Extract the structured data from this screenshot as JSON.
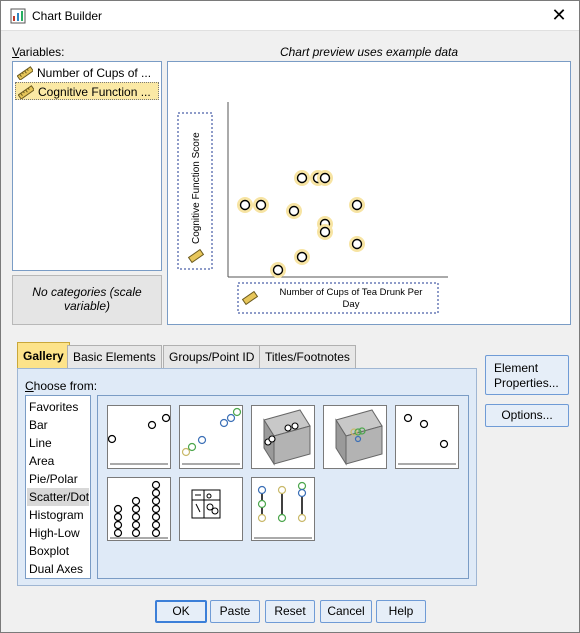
{
  "window": {
    "title": "Chart Builder",
    "close_glyph": "✕"
  },
  "variables": {
    "label": "Variables:",
    "items": [
      {
        "label": "Number of Cups of ..."
      },
      {
        "label": "Cognitive Function ..."
      }
    ],
    "no_categories": "No categories (scale variable)"
  },
  "preview": {
    "caption": "Chart preview uses example data",
    "y_axis_label": "Cognitive Function Score",
    "x_axis_label": "Number of Cups of Tea Drunk Per Day"
  },
  "tabs": [
    {
      "label": "Gallery"
    },
    {
      "label": "Basic Elements"
    },
    {
      "label": "Groups/Point ID"
    },
    {
      "label": "Titles/Footnotes"
    }
  ],
  "gallery": {
    "choose_label": "Choose from:",
    "chart_types": [
      {
        "label": "Favorites"
      },
      {
        "label": "Bar"
      },
      {
        "label": "Line"
      },
      {
        "label": "Area"
      },
      {
        "label": "Pie/Polar"
      },
      {
        "label": "Scatter/Dot"
      },
      {
        "label": "Histogram"
      },
      {
        "label": "High-Low"
      },
      {
        "label": "Boxplot"
      },
      {
        "label": "Dual Axes"
      }
    ],
    "selected_type": "Scatter/Dot",
    "thumbnails": [
      {
        "icon": "simple-scatter-icon"
      },
      {
        "icon": "grouped-scatter-icon"
      },
      {
        "icon": "simple-3d-scatter-icon"
      },
      {
        "icon": "grouped-3d-scatter-icon"
      },
      {
        "icon": "summary-point-plot-icon"
      },
      {
        "icon": "simple-dot-plot-icon"
      },
      {
        "icon": "scatterplot-matrix-icon"
      },
      {
        "icon": "drop-line-icon"
      }
    ]
  },
  "side_buttons": {
    "element_properties": "Element Properties...",
    "options": "Options..."
  },
  "buttons": {
    "ok": "OK",
    "paste": "Paste",
    "reset": "Reset",
    "cancel": "Cancel",
    "help": "Help"
  },
  "colors": {
    "accent": "#fde38a",
    "selection": "#fbe9a5",
    "panel": "#dfeaf7",
    "button_border": "#6f9bd6"
  }
}
